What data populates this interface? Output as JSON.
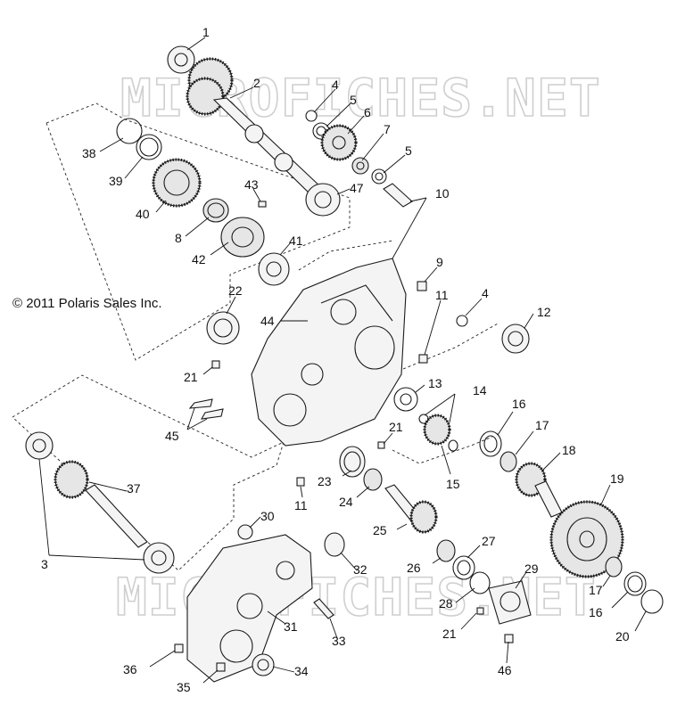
{
  "copyright": "© 2011 Polaris Sales Inc.",
  "watermark": "MICROFICHES.NET",
  "callouts": [
    {
      "id": "c1",
      "text": "1"
    },
    {
      "id": "c2",
      "text": "2"
    },
    {
      "id": "c4a",
      "text": "4"
    },
    {
      "id": "c5a",
      "text": "5"
    },
    {
      "id": "c6",
      "text": "6"
    },
    {
      "id": "c7",
      "text": "7"
    },
    {
      "id": "c5b",
      "text": "5"
    },
    {
      "id": "c38",
      "text": "38"
    },
    {
      "id": "c39",
      "text": "39"
    },
    {
      "id": "c40",
      "text": "40"
    },
    {
      "id": "c43",
      "text": "43"
    },
    {
      "id": "c47",
      "text": "47"
    },
    {
      "id": "c10",
      "text": "10"
    },
    {
      "id": "c8",
      "text": "8"
    },
    {
      "id": "c42",
      "text": "42"
    },
    {
      "id": "c41",
      "text": "41"
    },
    {
      "id": "c9",
      "text": "9"
    },
    {
      "id": "c22",
      "text": "22"
    },
    {
      "id": "c11a",
      "text": "11"
    },
    {
      "id": "c4b",
      "text": "4"
    },
    {
      "id": "c12",
      "text": "12"
    },
    {
      "id": "c44",
      "text": "44"
    },
    {
      "id": "c21a",
      "text": "21"
    },
    {
      "id": "c13",
      "text": "13"
    },
    {
      "id": "c14",
      "text": "14"
    },
    {
      "id": "c16a",
      "text": "16"
    },
    {
      "id": "c17a",
      "text": "17"
    },
    {
      "id": "c45",
      "text": "45"
    },
    {
      "id": "c21b",
      "text": "21"
    },
    {
      "id": "c18",
      "text": "18"
    },
    {
      "id": "c15",
      "text": "15"
    },
    {
      "id": "c37",
      "text": "37"
    },
    {
      "id": "c23",
      "text": "23"
    },
    {
      "id": "c24",
      "text": "24"
    },
    {
      "id": "c19",
      "text": "19"
    },
    {
      "id": "c11b",
      "text": "11"
    },
    {
      "id": "c30",
      "text": "30"
    },
    {
      "id": "c25",
      "text": "25"
    },
    {
      "id": "c27",
      "text": "27"
    },
    {
      "id": "c3",
      "text": "3"
    },
    {
      "id": "c32",
      "text": "32"
    },
    {
      "id": "c29",
      "text": "29"
    },
    {
      "id": "c26",
      "text": "26"
    },
    {
      "id": "c17b",
      "text": "17"
    },
    {
      "id": "c28",
      "text": "28"
    },
    {
      "id": "c16b",
      "text": "16"
    },
    {
      "id": "c31",
      "text": "31"
    },
    {
      "id": "c21c",
      "text": "21"
    },
    {
      "id": "c20",
      "text": "20"
    },
    {
      "id": "c33",
      "text": "33"
    },
    {
      "id": "c36",
      "text": "36"
    },
    {
      "id": "c34",
      "text": "34"
    },
    {
      "id": "c46",
      "text": "46"
    },
    {
      "id": "c35",
      "text": "35"
    }
  ]
}
